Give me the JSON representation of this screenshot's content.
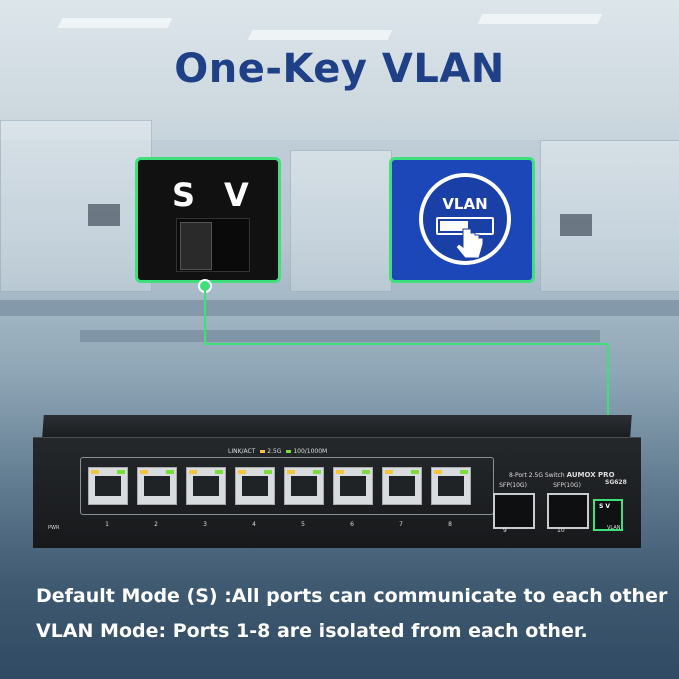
{
  "headline": "One-Key VLAN",
  "switch_card": {
    "s_label": "S",
    "v_label": "V"
  },
  "vlan_card": {
    "label": "VLAN"
  },
  "device": {
    "ports_header": "LINK/ACT",
    "legend_25g": "2.5G",
    "legend_100": "100/1000M",
    "ports": [
      "1",
      "2",
      "3",
      "4",
      "5",
      "6",
      "7",
      "8"
    ],
    "sfp_ports": [
      {
        "label": "SFP(10G)",
        "num": "9"
      },
      {
        "label": "SFP(10G)",
        "num": "10"
      }
    ],
    "product_line": "8-Port 2.5G Switch",
    "brand": "AUMOX PRO",
    "model": "SG628",
    "pwr_label": "PWR",
    "vlan_label": "VLAN",
    "sv_small": "S  V",
    "colors": {
      "led_yellow": "#f2c53d",
      "led_green": "#7cdc3a",
      "accent_green": "#3fe07b"
    }
  },
  "captions": {
    "line1": "Default Mode (S) :All ports can communicate to each other",
    "line2": "VLAN Mode: Ports 1-8 are isolated from each other."
  }
}
